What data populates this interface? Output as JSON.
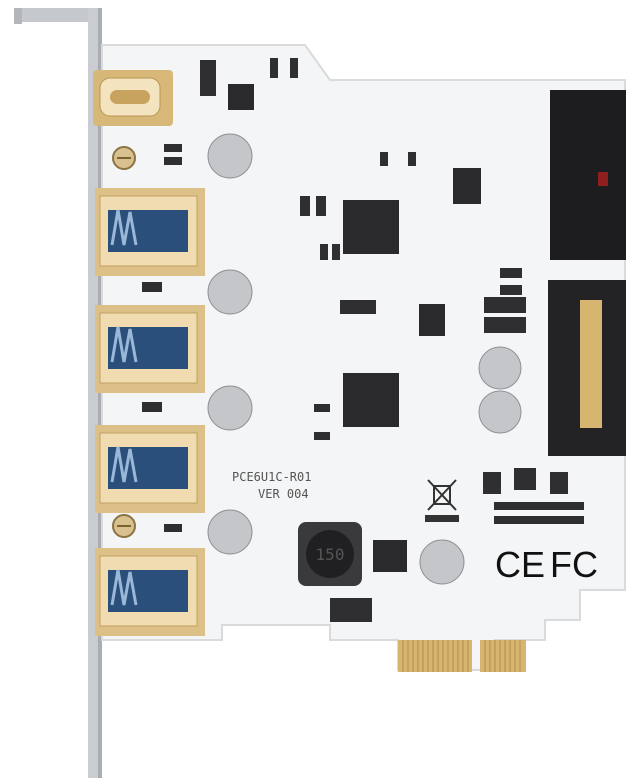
{
  "board": {
    "model_line": "PCE6U1C-R01",
    "version_line": "VER 004",
    "inductor_marking": "150",
    "cert_ce": "CE",
    "cert_fcc": "FC"
  },
  "colors": {
    "pcb": "#f4f5f6",
    "bracket": "#c9ccd0",
    "gold": "#d6b571",
    "chip": "#2a2a2c",
    "connector": "#1d1d1f",
    "capacitor": "#c4c6ca"
  },
  "components": {
    "usb_a_port_count": 4,
    "usb_c_port_count": 1,
    "icons": [
      "usb-c-port-icon",
      "usb-a-port-icon",
      "sata-power-connector-icon",
      "usb-header-connector-icon",
      "weee-bin-icon",
      "ce-mark-icon",
      "fcc-mark-icon"
    ]
  }
}
